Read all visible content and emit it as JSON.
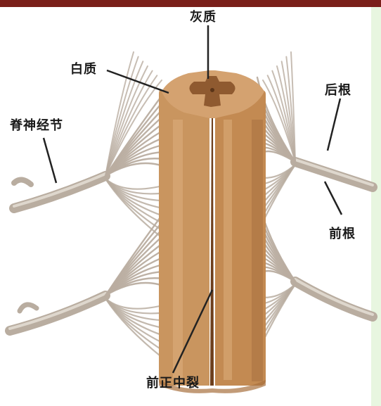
{
  "labels": {
    "gray_matter": "灰质",
    "white_matter": "白质",
    "dorsal_root": "后根",
    "spinal_ganglion": "脊神经节",
    "ventral_root": "前根",
    "anterior_median_fissure": "前正中裂"
  },
  "colors": {
    "background": "#ffffff",
    "top_band": "#7a1f1a",
    "right_band": "#e8f6e0",
    "cord_body": "#c9955f",
    "cord_light": "#dcae7c",
    "cord_dark": "#a8713f",
    "gray_matter": "#8f5a30",
    "nerve": "#b9ada0",
    "nerve_light": "#e2dbd2",
    "leader_line": "#222222"
  }
}
